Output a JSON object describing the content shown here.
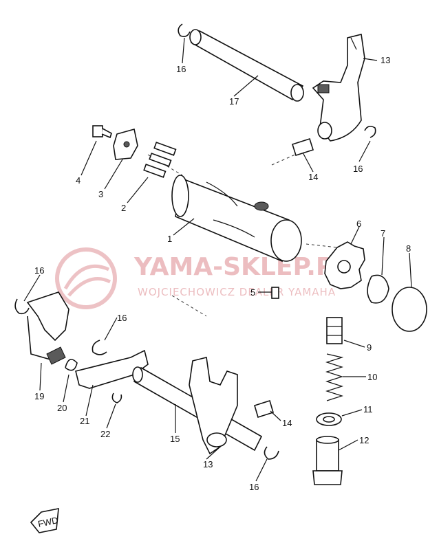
{
  "watermark": {
    "title": "YAMA-SKLEP.PL",
    "subtitle": "WOJCIECHOWICZ DEALER YAMAHA",
    "color": "#e6a8ac"
  },
  "direction_tag": "FWD",
  "callouts": {
    "c1": "1",
    "c2": "2",
    "c3": "3",
    "c4": "4",
    "c5": "5",
    "c6": "6",
    "c7": "7",
    "c8": "8",
    "c9": "9",
    "c10": "10",
    "c11": "11",
    "c12": "12",
    "c13a": "13",
    "c13b": "13",
    "c14a": "14",
    "c14b": "14",
    "c15": "15",
    "c16a": "16",
    "c16b": "16",
    "c16c": "16",
    "c16d": "16",
    "c16e": "16",
    "c17": "17",
    "c19": "19",
    "c20": "20",
    "c21": "21",
    "c22": "22"
  }
}
